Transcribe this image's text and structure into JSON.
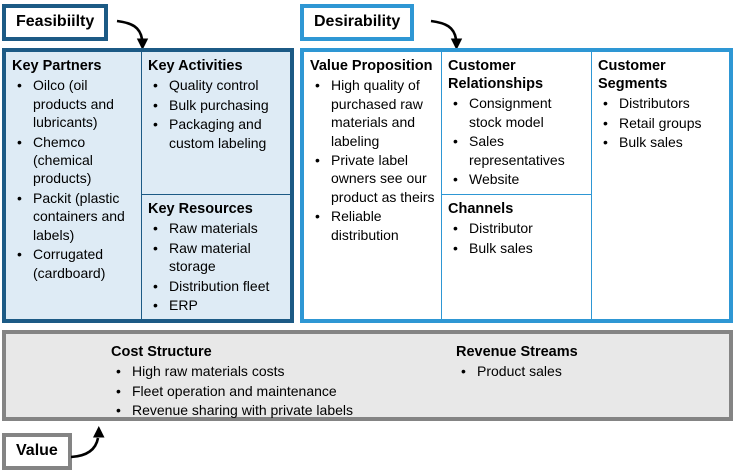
{
  "colors": {
    "navy": "#1c5a85",
    "blue": "#2e97d4",
    "lightblue": "#deebf5",
    "gray": "#848484",
    "lightgray": "#e8e8e8",
    "arrow": "#000000"
  },
  "tags": {
    "feasibility": "Feasibiilty",
    "desirability": "Desirability",
    "value": "Value"
  },
  "canvas": {
    "key_partners": {
      "title": "Key Partners",
      "items": [
        "Oilco (oil products and lubricants)",
        "Chemco (chemical products)",
        "Packit (plastic containers and labels)",
        "Corrugated (cardboard)"
      ]
    },
    "key_activities": {
      "title": "Key Activities",
      "items": [
        "Quality control",
        "Bulk purchasing",
        "Packaging and custom labeling"
      ]
    },
    "key_resources": {
      "title": "Key Resources",
      "items": [
        "Raw materials",
        "Raw material storage",
        "Distribution fleet",
        "ERP"
      ]
    },
    "value_proposition": {
      "title": "Value Proposition",
      "items": [
        "High quality of purchased raw materials and labeling",
        "Private label owners see our product as theirs",
        "Reliable distribution"
      ]
    },
    "customer_relationships": {
      "title": "Customer Relationships",
      "items": [
        "Consignment stock model",
        "Sales representatives",
        "Website"
      ]
    },
    "channels": {
      "title": "Channels",
      "items": [
        "Distributor",
        "Bulk sales"
      ]
    },
    "customer_segments": {
      "title": "Customer Segments",
      "items": [
        "Distributors",
        "Retail groups",
        "Bulk sales"
      ]
    },
    "cost_structure": {
      "title": "Cost Structure",
      "items": [
        "High raw materials costs",
        "Fleet operation and maintenance",
        "Revenue sharing with private labels"
      ]
    },
    "revenue_streams": {
      "title": "Revenue Streams",
      "items": [
        "Product sales"
      ]
    }
  }
}
